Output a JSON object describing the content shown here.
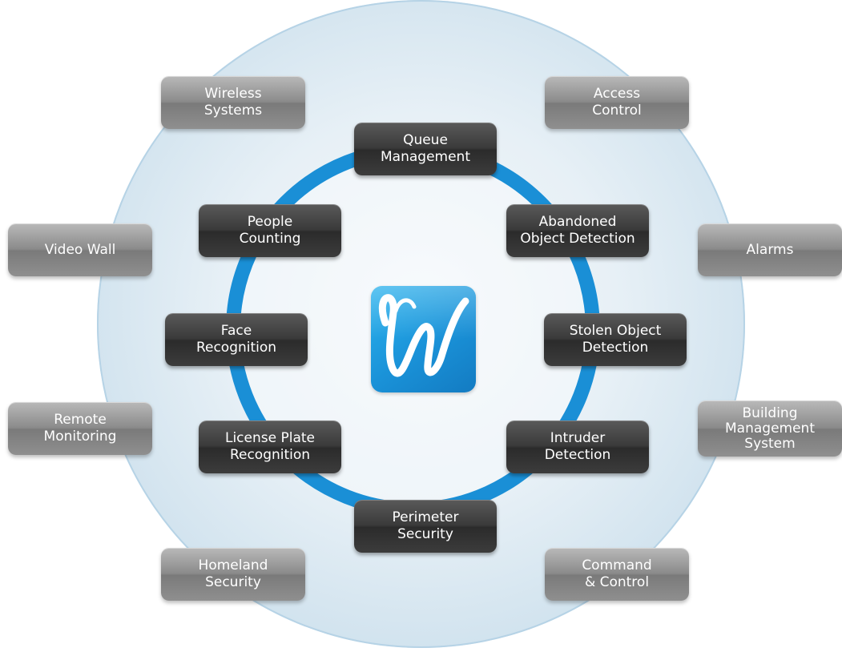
{
  "center": {
    "logo_icon": "stylized-w-logo-icon",
    "logo_color": "#1a92d8"
  },
  "ring_color": "#1a8fd6",
  "inner_boxes": {
    "queue_management": "Queue\nManagement",
    "abandoned_object_detection": "Abandoned\nObject Detection",
    "stolen_object_detection": "Stolen Object\nDetection",
    "intruder_detection": "Intruder\nDetection",
    "perimeter_security": "Perimeter\nSecurity",
    "license_plate_recognition": "License Plate\nRecognition",
    "face_recognition": "Face\nRecognition",
    "people_counting": "People\nCounting"
  },
  "outer_boxes": {
    "wireless_systems": "Wireless\nSystems",
    "access_control": "Access\nControl",
    "video_wall": "Video Wall",
    "alarms": "Alarms",
    "remote_monitoring": "Remote\nMonitoring",
    "building_management_system": "Building\nManagement\nSystem",
    "homeland_security": "Homeland\nSecurity",
    "command_control": "Command\n& Control"
  }
}
